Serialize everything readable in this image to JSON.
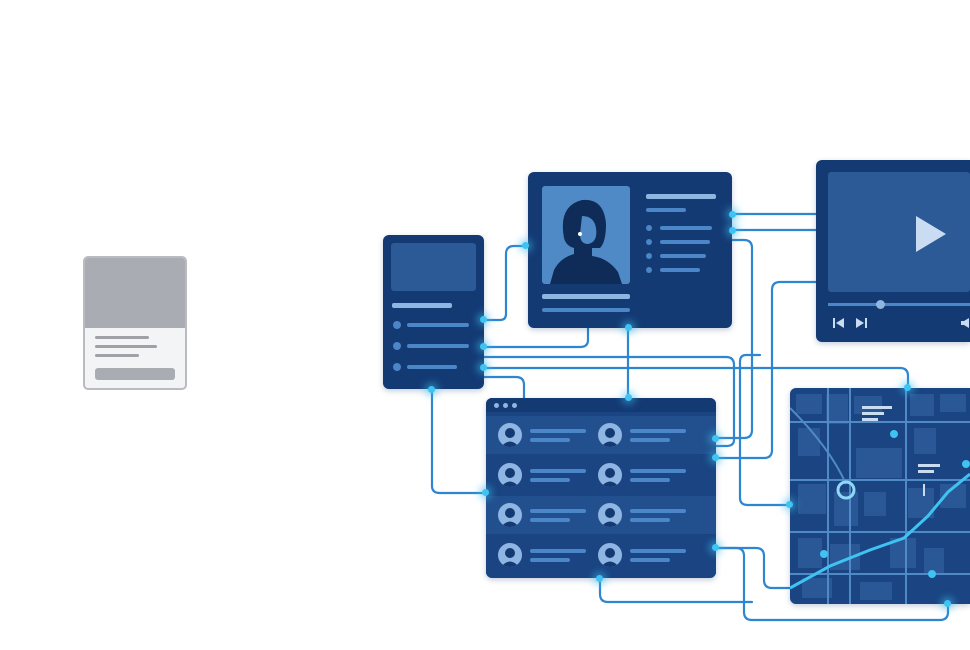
{
  "wireframe": {
    "icon": "card-wireframe",
    "colors": {
      "fill": "#a9acb2",
      "border": "#b9bbc0"
    }
  },
  "illustration": {
    "colors": {
      "panel": "#143a74",
      "accent": "#4a86c8",
      "glow": "#3fc3f2"
    },
    "panels": [
      "mobile-card",
      "profile-card",
      "video-player",
      "contact-list",
      "city-map"
    ],
    "icons": [
      "person-portrait-icon",
      "play-icon",
      "skip-back-icon",
      "skip-forward-icon",
      "avatar-icon",
      "map-pin-icon"
    ]
  }
}
